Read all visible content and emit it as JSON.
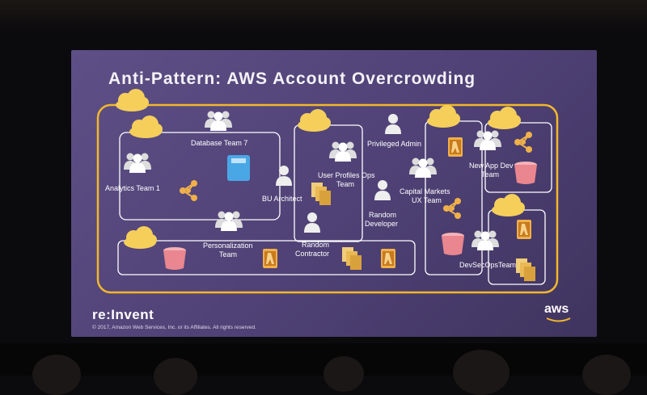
{
  "slide": {
    "title": "Anti-Pattern: AWS Account Overcrowding",
    "brand": "re:Invent",
    "copyright": "© 2017, Amazon Web Services, Inc. or its Affiliates. All rights reserved.",
    "aws_logo": "aws"
  },
  "labels": {
    "analytics_team": "Analytics Team 1",
    "database_team": "Database Team 7",
    "bu_architect": "BU Architect",
    "user_profiles_ops_team_1": "User Profiles Ops",
    "user_profiles_ops_team_2": "Team",
    "privileged_admin": "Privileged Admin",
    "capital_markets_ux_team_1": "Capital Markets",
    "capital_markets_ux_team_2": "UX Team",
    "random_developer_1": "Random",
    "random_developer_2": "Developer",
    "new_app_dev_team_1": "New App Dev",
    "new_app_dev_team_2": "Team",
    "personalization_team_1": "Personalization",
    "personalization_team_2": "Team",
    "random_contractor_1": "Random",
    "random_contractor_2": "Contractor",
    "devsecops_team": "DevSecOpsTeam"
  },
  "colors": {
    "account_border": "#f2b72b",
    "group_border": "#ffffff",
    "bucket": "#e9868f",
    "lambda": "#e8a233",
    "database": "#4aa7e6",
    "cloud": "#f5cf5a"
  }
}
